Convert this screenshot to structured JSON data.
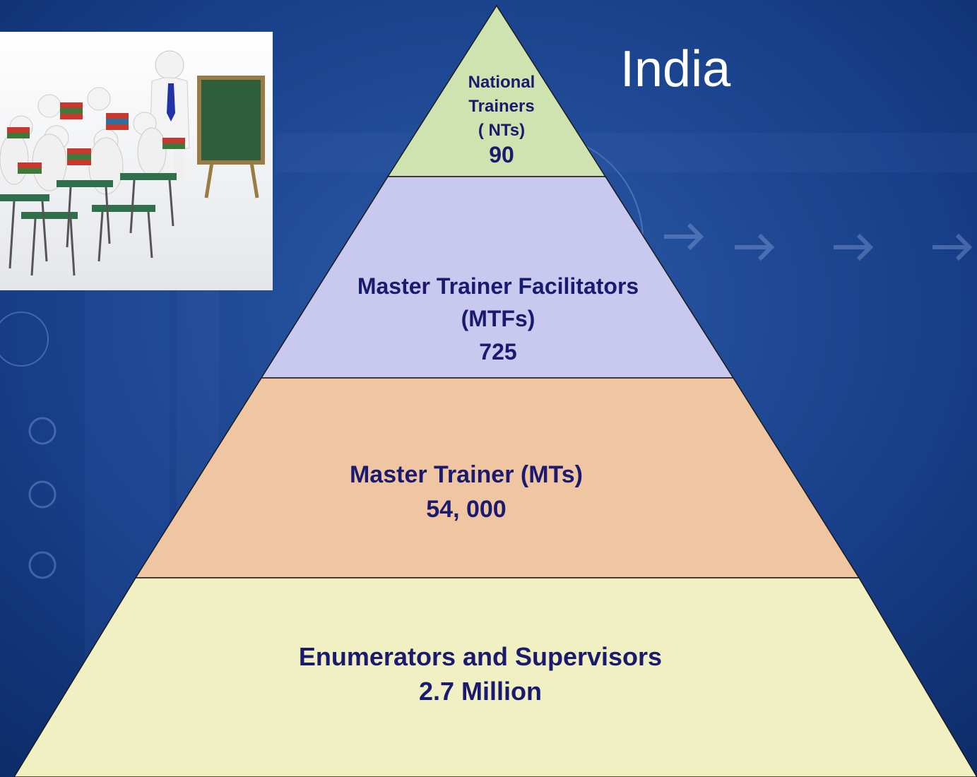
{
  "title": "India",
  "colors": {
    "background": "#14357a",
    "tier_nts": "#cfe3b0",
    "tier_mtfs": "#c9c9ef",
    "tier_mts": "#f0c6a2",
    "tier_enumerators": "#f1f0c2",
    "text": "#1a1a6e"
  },
  "pyramid": {
    "tiers": [
      {
        "lines": [
          "National",
          "Trainers",
          "( NTs)"
        ],
        "value": "90"
      },
      {
        "lines": [
          "Master Trainer Facilitators",
          "(MTFs)"
        ],
        "value": "725"
      },
      {
        "lines": [
          "Master Trainer (MTs)"
        ],
        "value": "54, 000"
      },
      {
        "lines": [
          "Enumerators and Supervisors"
        ],
        "value": "2.7 Million"
      }
    ]
  },
  "illustration": {
    "icon": "classroom-training-icon"
  }
}
